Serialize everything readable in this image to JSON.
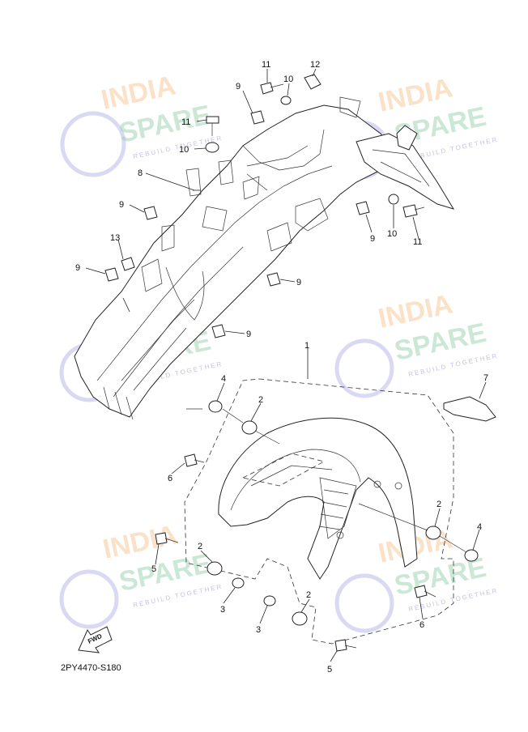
{
  "watermark": {
    "brand_top": "INDIA",
    "brand_bottom": "SPARE",
    "tagline": "REBUILD TOGETHER"
  },
  "diagram_code": "2PY4470-S180",
  "direction_label": "FWD",
  "callouts": {
    "c1": "1",
    "c2a": "2",
    "c2b": "2",
    "c2c": "2",
    "c2d": "2",
    "c3a": "3",
    "c3b": "3",
    "c4a": "4",
    "c4b": "4",
    "c5a": "5",
    "c5b": "5",
    "c6a": "6",
    "c6b": "6",
    "c7": "7",
    "c8": "8",
    "c9a": "9",
    "c9b": "9",
    "c9c": "9",
    "c9d": "9",
    "c9e": "9",
    "c9f": "9",
    "c10a": "10",
    "c10b": "10",
    "c10c": "10",
    "c11a": "11",
    "c11b": "11",
    "c11c": "11",
    "c12": "12",
    "c13": "13"
  }
}
